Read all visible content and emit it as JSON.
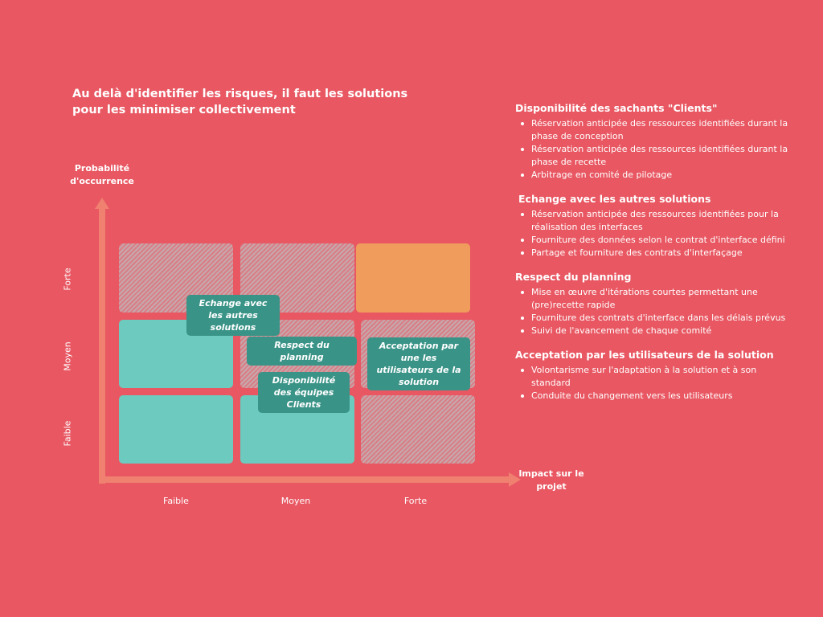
{
  "title": "Au delà d'identifier les risques, il faut les solutions pour les minimiser collectivement",
  "y_axis_title": "Probabilité d'occurrence",
  "x_axis_title": "Impact sur le projet",
  "row_labels": [
    "Forte",
    "Moyen",
    "Faible"
  ],
  "col_labels": [
    "Faible",
    "Moyen",
    "Forte"
  ],
  "colors": {
    "background": "#e85762",
    "axis": "#f08070",
    "teal": "#6ccbbe",
    "orange": "#ef9c5d",
    "tag": "#3a9387"
  },
  "tags": {
    "echange": "Echange avec les autres solutions",
    "planning": "Respect du planning",
    "acceptation": "Acceptation par une les utilisateurs de la solution",
    "disponibilite": "Disponibilité des équipes Clients"
  },
  "sections": [
    {
      "heading": "Disponibilité des sachants \"Clients\"",
      "items": [
        "Réservation anticipée des ressources identifiées durant la phase de conception",
        "Réservation anticipée des ressources identifiées durant la phase de recette",
        "Arbitrage en comité de pilotage"
      ]
    },
    {
      "heading": "Echange avec les autres solutions",
      "items": [
        "Réservation anticipée des ressources identifiées pour la réalisation des interfaces",
        "Fourniture des données selon le contrat d'interface défini",
        "Partage et fourniture des contrats d'interfaçage"
      ]
    },
    {
      "heading": "Respect du planning",
      "items": [
        "Mise en œuvre d'itérations courtes permettant une (pre)recette rapide",
        "Fourniture des contrats d'interface dans les délais prévus",
        "Suivi de l'avancement de chaque comité"
      ]
    },
    {
      "heading": "Acceptation par les utilisateurs de la solution",
      "items": [
        "Volontarisme sur l'adaptation à la solution et à son standard",
        "Conduite du changement vers les utilisateurs"
      ]
    }
  ]
}
